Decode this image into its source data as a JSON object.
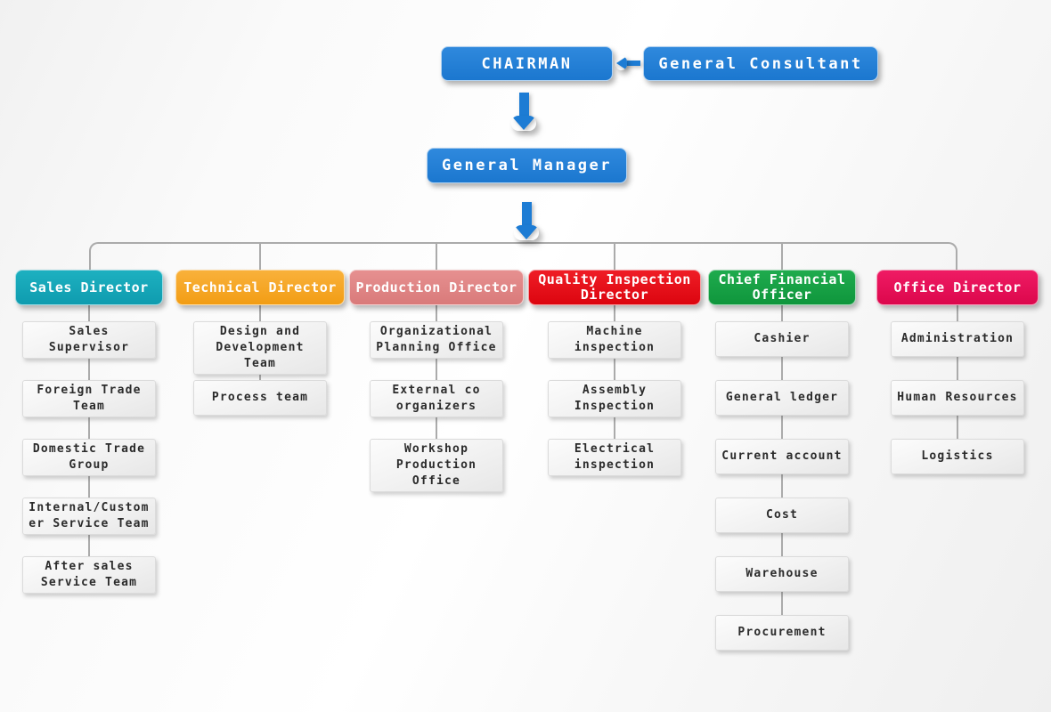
{
  "top": {
    "chairman_label": "CHAIRMAN",
    "consultant_label": "General Consultant",
    "manager_label": "General Manager"
  },
  "palette": {
    "node_blue": "#1d7cd4",
    "connector_gray": "#ababab",
    "sales_teal": "#12a4b4",
    "technical_orange": "#f7a823",
    "production_salmon": "#e08484",
    "quality_red": "#e60d15",
    "financial_green": "#15a044",
    "office_pink": "#e50d55",
    "item_bg": "#efefef",
    "item_text": "#2b2b2b"
  },
  "columns": [
    {
      "title": "Sales Director",
      "color": "#12a4b4",
      "items": [
        "Sales\nSupervisor",
        "Foreign Trade\nTeam",
        "Domestic Trade\nGroup",
        "Internal/Custom\ner Service Team",
        "After sales\nService Team"
      ]
    },
    {
      "title": "Technical Director",
      "color": "#f7a823",
      "items": [
        "Design and\nDevelopment Team",
        "Process team"
      ]
    },
    {
      "title": "Production Director",
      "color": "#e08484",
      "items": [
        "Organizational\nPlanning Office",
        "External co\norganizers",
        "Workshop\nProduction Office"
      ]
    },
    {
      "title": "Quality Inspection\nDirector",
      "color": "#e60d15",
      "items": [
        "Machine\ninspection",
        "Assembly\nInspection",
        "Electrical\ninspection"
      ]
    },
    {
      "title": "Chief Financial\nOfficer",
      "color": "#15a044",
      "items": [
        "Cashier",
        "General ledger",
        "Current account",
        "Cost",
        "Warehouse",
        "Procurement"
      ]
    },
    {
      "title": "Office Director",
      "color": "#e50d55",
      "items": [
        "Administration",
        "Human Resources",
        "Logistics"
      ]
    }
  ]
}
